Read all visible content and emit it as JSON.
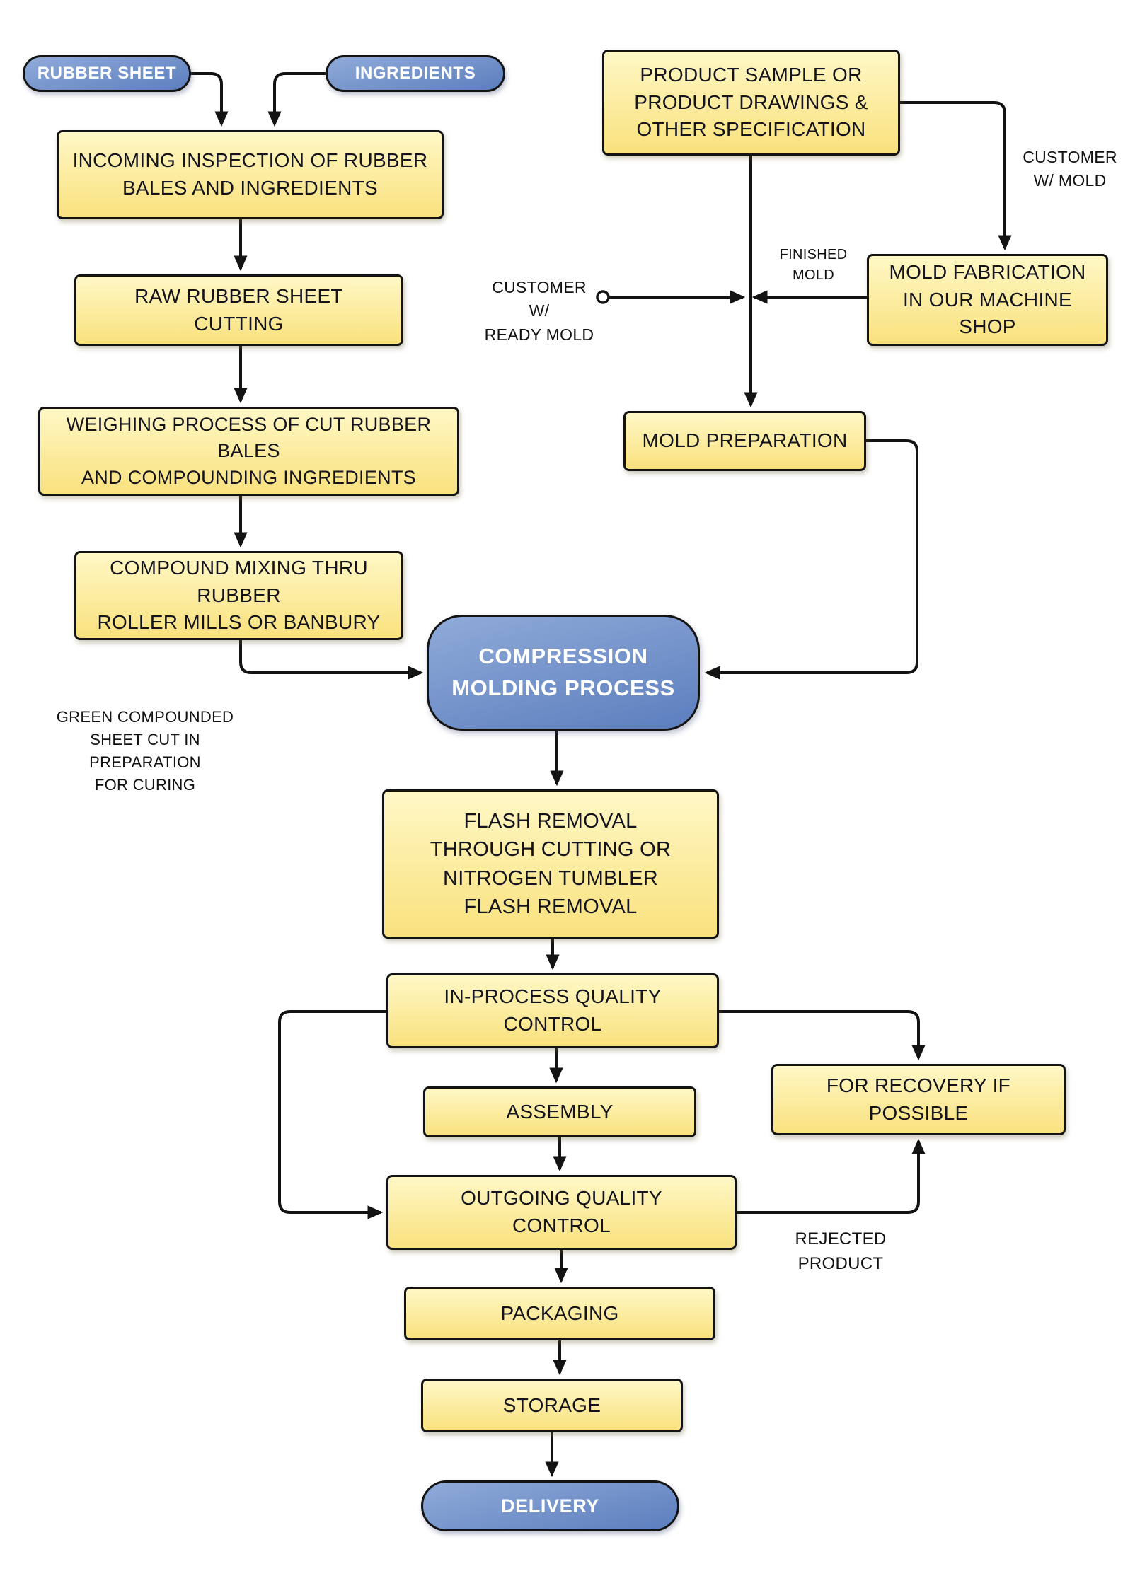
{
  "page": {
    "background": "#ffffff"
  },
  "colors": {
    "yellow_top": "#FFF8C6",
    "yellow_bottom": "#F9E17D",
    "blue_top": "#90ABD9",
    "blue_bottom": "#5C7EBE",
    "line": "#131313",
    "box_text": "#14141E",
    "pill_text": "#FFFFFF"
  },
  "nodes": {
    "rubber_sheet": "RUBBER SHEET",
    "ingredients": "INGREDIENTS",
    "incoming_inspection": "INCOMING INSPECTION OF RUBBER\nBALES AND INGREDIENTS",
    "raw_rubber_cutting": "RAW RUBBER SHEET\nCUTTING",
    "weighing": "WEIGHING PROCESS OF CUT RUBBER BALES\nAND COMPOUNDING INGREDIENTS",
    "compound_mixing": "COMPOUND MIXING THRU RUBBER\nROLLER MILLS OR BANBURY",
    "compression_molding": "COMPRESSION\nMOLDING PROCESS",
    "product_sample": "PRODUCT SAMPLE OR\nPRODUCT DRAWINGS &\nOTHER SPECIFICATION",
    "mold_fabrication": "MOLD FABRICATION\nIN OUR MACHINE SHOP",
    "mold_preparation": "MOLD PREPARATION",
    "flash_removal": "FLASH REMOVAL\nTHROUGH CUTTING OR\nNITROGEN TUMBLER\nFLASH REMOVAL",
    "in_process_qc": "IN-PROCESS QUALITY\nCONTROL",
    "assembly": "ASSEMBLY",
    "recovery": "FOR RECOVERY IF\nPOSSIBLE",
    "outgoing_qc": "OUTGOING QUALITY\nCONTROL",
    "packaging": "PACKAGING",
    "storage": "STORAGE",
    "delivery": "DELIVERY"
  },
  "edge_labels": {
    "customer_w_mold": "CUSTOMER\nW/ MOLD",
    "finished_mold": "FINISHED\nMOLD",
    "customer_ready_mold": "CUSTOMER W/\nREADY MOLD",
    "green_compounded": "GREEN COMPOUNDED\nSHEET CUT IN PREPARATION\nFOR CURING",
    "rejected_product": "REJECTED PRODUCT"
  }
}
